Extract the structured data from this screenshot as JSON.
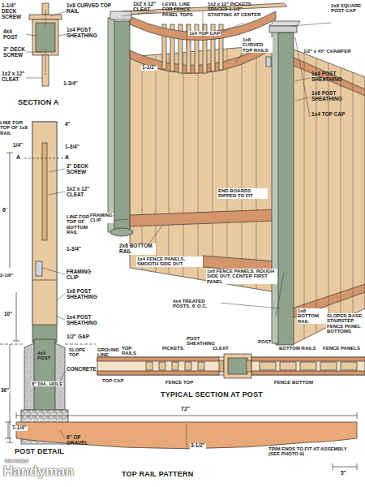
{
  "diagram": {
    "labels": [
      "1-1/4\" DECK SCREW",
      "1x8 CURVED TOP RAIL",
      "4x4 POST",
      "1x4 POST SHEATHING",
      "3\" DECK SCREW",
      "1x2 x 12\" CLEAT",
      "1-3/4\"",
      "SECTION A",
      "LINE FOR TOP OF 1x8 RAIL",
      "4\"",
      "1/4\"",
      "1-3/4\"",
      "A",
      "A",
      "3\" DECK SCREW",
      "6'",
      "1x2 x 12\" CLEAT",
      "LINE FOR TOP OF BOTTOM RAIL",
      "1-3/4\"",
      "2-1/8\"",
      "FRAMING CLIP",
      "1x6 POST SHEATHING",
      "10\"",
      "1x4 POST SHEATHING",
      "1/2\" GAP",
      "4x4 POST",
      "SLOPE TOP",
      "GROUND LINE",
      "CONCRETE",
      "36\"",
      "8\" DIA. HOLE",
      "6\" OF GRAVEL",
      "POST DETAIL",
      "1x2 x 12\" CLEAT",
      "LEVEL LINE FOR FENCE PANEL TOPS",
      "1x2 x 12\" PICKETS SPACED 1-1/2\" STARTING AT CENTER",
      "2x8 SQUARE POST CAP",
      "1x4 TOP CAP",
      "1x8 CURVED TOP RAILS",
      "1/2\" x 45° CHAMFER",
      "1-1/2\"",
      "1x4 POST SHEATHING",
      "1x6 POST SHEATHING",
      "1x4 TOP CAP",
      "END BOARDS RIPPED TO FIT",
      "FRAMING CLIP",
      "2x8 BOTTOM RAIL",
      "1x4 FENCE PANELS, SMOOTH SIDE OUT",
      "1x6 FENCE PANELS, ROUGH SIDE OUT; CENTER FIRST PANEL",
      "4x4 TREATED POSTS, 6' O.C.",
      "1x8 BOTTOM RAIL",
      "SLOPED BASE: STAIRSTEP FENCE PANEL BOTTOMS",
      "POST SHEATHING",
      "POST",
      "TOP RAILS",
      "PICKETS",
      "CLEAT",
      "BOTTOM RAILS",
      "FENCE PANELS",
      "TOP CAP",
      "FENCE TOP",
      "FENCE BOTTOM",
      "TYPICAL SECTION AT POST",
      "72\"",
      "7-1/4\"",
      "3-1/2\"",
      "TRIM ENDS TO FIT AT ASSEMBLY (SEE PHOTO 9)",
      "5\"",
      "TOP RAIL PATTERN",
      "THE FAMILY",
      "Handyman"
    ]
  }
}
